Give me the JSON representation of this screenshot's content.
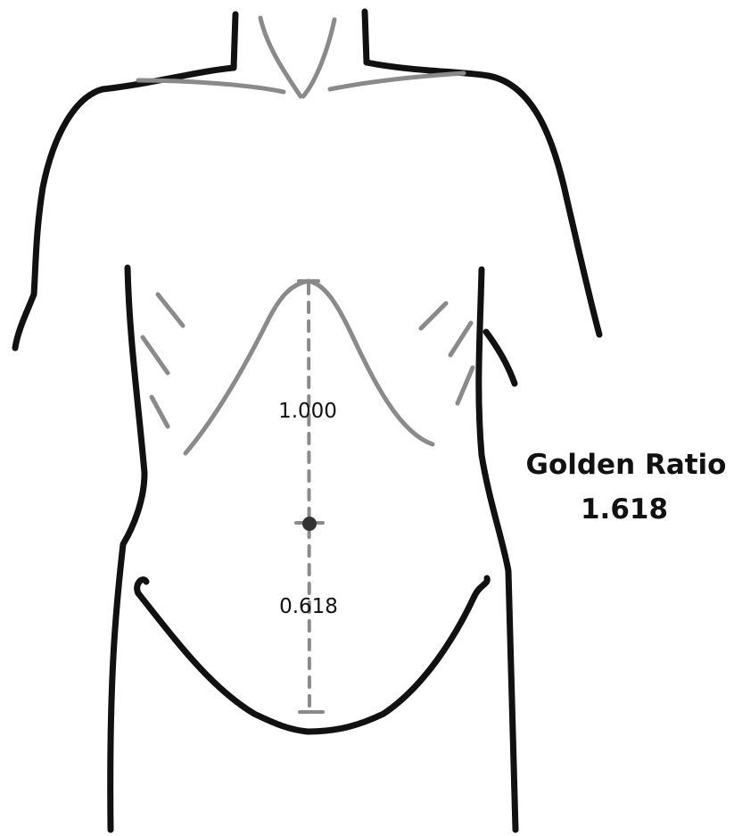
{
  "diagram": {
    "upper_segment_label": "1.000",
    "lower_segment_label": "0.618",
    "title": "Golden Ratio",
    "ratio_value": "1.618",
    "colors": {
      "outline": "#111111",
      "muscle_lines": "#8a8a8a",
      "navel": "#333333"
    }
  }
}
